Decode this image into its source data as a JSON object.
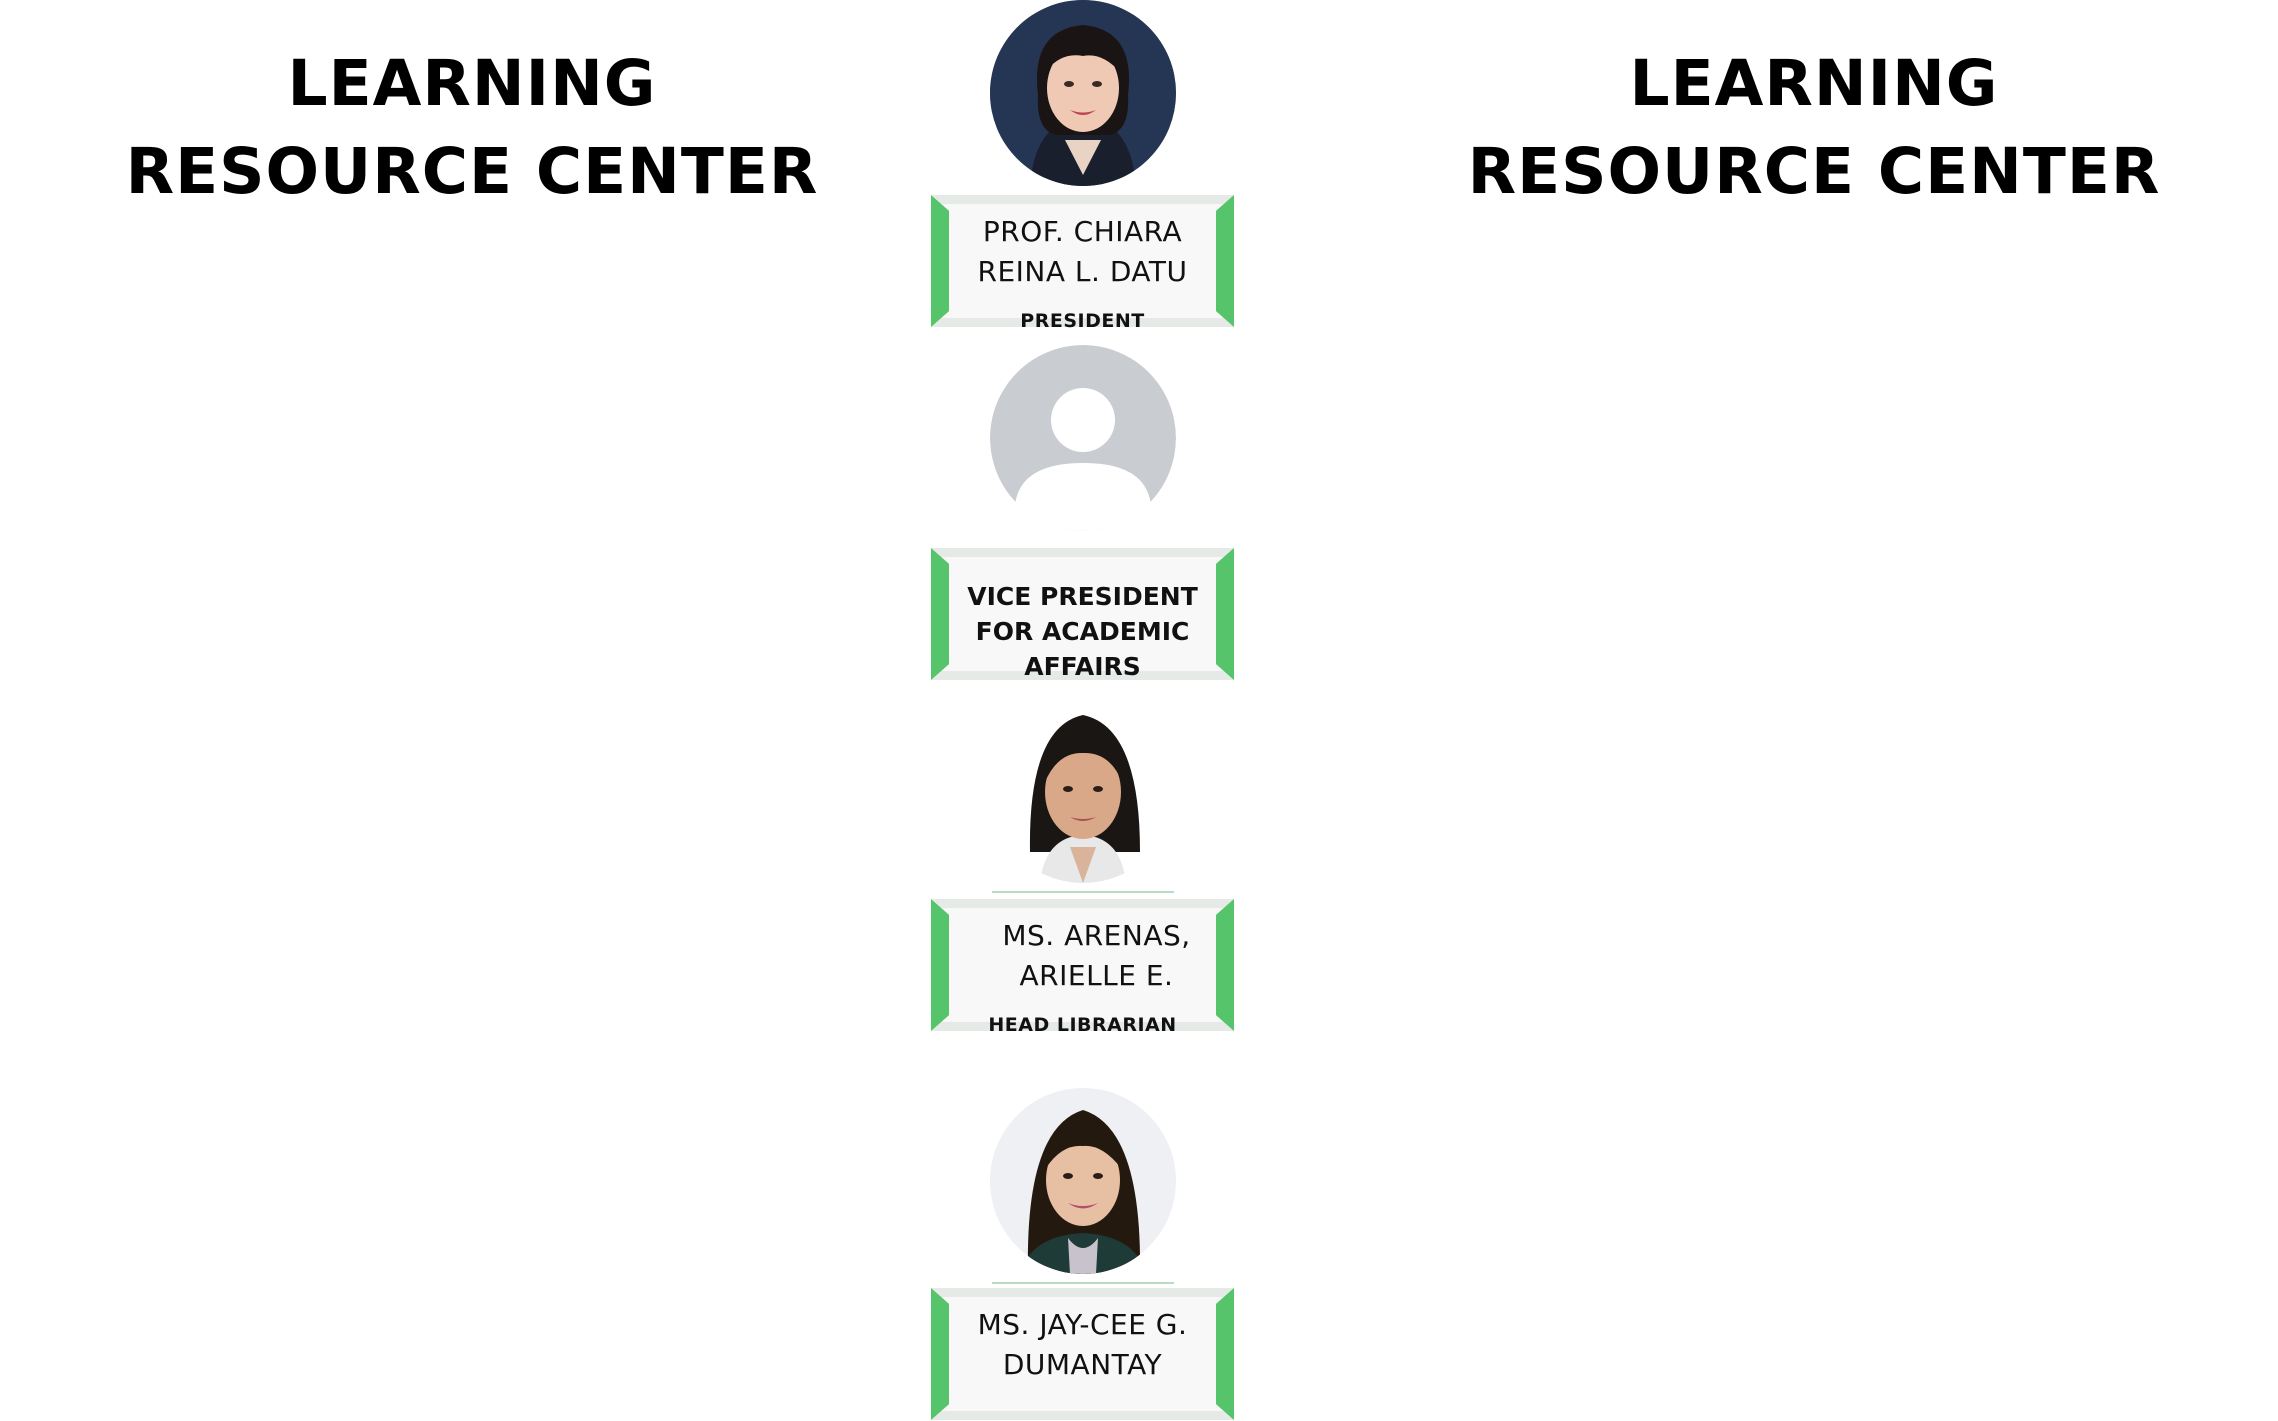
{
  "page": {
    "title_left": "LEARNING RESOURCE CENTER",
    "title_right": "LEARNING RESOURCE CENTER"
  },
  "chart": {
    "nodes": [
      {
        "name": "PROF. CHIARA REINA L. DATU",
        "role": "PRESIDENT",
        "photo": "portrait-photo"
      },
      {
        "name": "",
        "role": "VICE PRESIDENT FOR ACADEMIC AFFAIRS",
        "photo": "default-avatar-icon"
      },
      {
        "name": "MS. ARENAS, ARIELLE E.",
        "role": "HEAD LIBRARIAN",
        "photo": "portrait-photo"
      },
      {
        "name": "MS. JAY-CEE G. DUMANTAY",
        "role": "",
        "photo": "portrait-photo"
      }
    ]
  },
  "colors": {
    "accent_green": "#55c46a",
    "plate_background": "#f7f8f7",
    "placeholder_gray": "#c9ccd1"
  }
}
